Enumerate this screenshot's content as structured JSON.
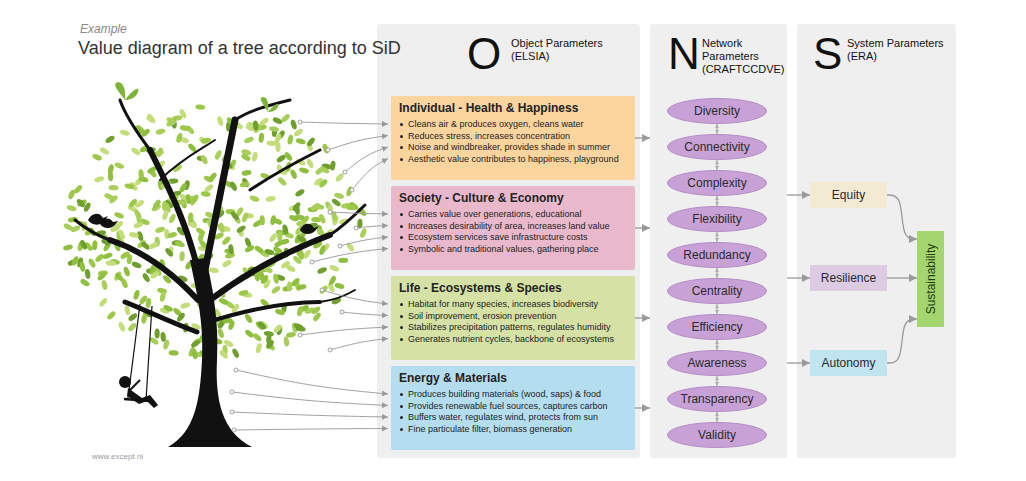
{
  "diagram": {
    "title": "Value diagram of a tree according to SiD",
    "nodes": [
      {
        "text": [
          "O",
          "Object Parameters (ELSIA)"
        ]
      },
      {
        "text": [
          "Individual - Health & Happiness",
          "Cleans air & produces oxygen, cleans water",
          "Reduces stress, increases concentration",
          "Noise and windbreaker, provides shade in summer",
          "Aesthetic value contributes to happiness, playground"
        ],
        "in": 0
      },
      {
        "text": [
          "Society - Culture & Economy",
          "Carries value over generations, educational",
          "Increases desirability of area, increases land value",
          "Ecosystem services save infrastructure costs",
          "Symbolic and traditional values, gathering place"
        ],
        "in": 0
      },
      {
        "text": [
          "Life - Ecosystems & Species",
          "Habitat for many species, increases biodiversity",
          "Soil improvement, erosion prevention",
          "Stabilizes precipitation patterns, regulates humidity",
          "Generates nutrient cycles, backbone of ecosystems"
        ],
        "in": 0
      },
      {
        "text": [
          "Energy & Materials",
          "Produces building materials (wood, saps) & food",
          "Provides renewable fuel sources, captures carbon",
          "Buffers water, regulates wind, protects from sun",
          "Fine particulate filter, biomass generation"
        ],
        "in": 0
      },
      {
        "text": [
          "N",
          "Network Parameters (CRAFTCCDVE)"
        ]
      },
      {
        "text": [
          "Diversity"
        ],
        "in": 5
      },
      {
        "text": [
          "Connectivity"
        ],
        "in": 5
      },
      {
        "text": [
          "Complexity"
        ],
        "in": 5
      },
      {
        "text": [
          "Flexibility"
        ],
        "in": 5
      },
      {
        "text": [
          "Redundancy"
        ],
        "in": 5
      },
      {
        "text": [
          "Centrality"
        ],
        "in": 5
      },
      {
        "text": [
          "Efficiency"
        ],
        "in": 5
      },
      {
        "text": [
          "Awareness"
        ],
        "in": 5
      },
      {
        "text": [
          "Transparency"
        ],
        "in": 5
      },
      {
        "text": [
          "Validity"
        ],
        "in": 5
      },
      {
        "text": [
          "S",
          "System Parameters (ERA)"
        ]
      },
      {
        "text": [
          "Equity"
        ],
        "in": 16
      },
      {
        "text": [
          "Resilience"
        ],
        "in": 16
      },
      {
        "text": [
          "Autonomy"
        ],
        "in": 16
      },
      {
        "text": [
          "Sustainability"
        ],
        "in": 16
      }
    ],
    "edges": [
      {
        "from": 1,
        "to": 5,
        "arrow": "to"
      },
      {
        "from": 2,
        "to": 5,
        "arrow": "to"
      },
      {
        "from": 3,
        "to": 5,
        "arrow": "to"
      },
      {
        "from": 4,
        "to": 5,
        "arrow": "to"
      },
      {
        "from": 6,
        "to": 7,
        "arrow": "both"
      },
      {
        "from": 7,
        "to": 8,
        "arrow": "both"
      },
      {
        "from": 8,
        "to": 9,
        "arrow": "both"
      },
      {
        "from": 9,
        "to": 10,
        "arrow": "both"
      },
      {
        "from": 10,
        "to": 11,
        "arrow": "both"
      },
      {
        "from": 11,
        "to": 12,
        "arrow": "both"
      },
      {
        "from": 12,
        "to": 13,
        "arrow": "both"
      },
      {
        "from": 13,
        "to": 14,
        "arrow": "both"
      },
      {
        "from": 14,
        "to": 15,
        "arrow": "both"
      },
      {
        "from": 5,
        "to": 17,
        "arrow": "to"
      },
      {
        "from": 5,
        "to": 18,
        "arrow": "to"
      },
      {
        "from": 5,
        "to": 19,
        "arrow": "to"
      },
      {
        "from": 17,
        "to": 20,
        "arrow": "to"
      },
      {
        "from": 18,
        "to": 20,
        "arrow": "to"
      },
      {
        "from": 19,
        "to": 20,
        "arrow": "to"
      }
    ],
    "labels": [
      "Example",
      "www.except.nl"
    ]
  }
}
